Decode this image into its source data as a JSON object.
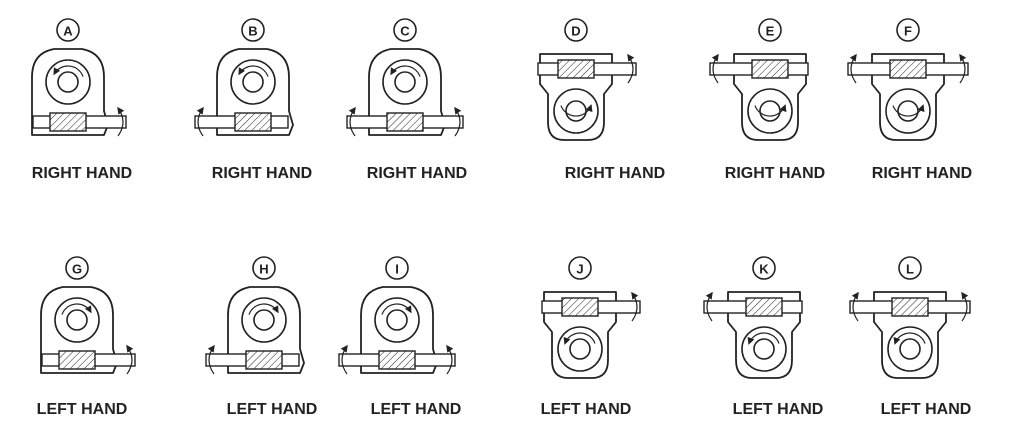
{
  "colors": {
    "line": "#222222",
    "background": "#ffffff"
  },
  "configurations": [
    {
      "letter": "A",
      "label": "RIGHT HAND",
      "worm": "bottom",
      "shaft": "right",
      "wheel_turn": "ccw"
    },
    {
      "letter": "B",
      "label": "RIGHT HAND",
      "worm": "bottom",
      "shaft": "left",
      "wheel_turn": "ccw"
    },
    {
      "letter": "C",
      "label": "RIGHT HAND",
      "worm": "bottom",
      "shaft": "both",
      "wheel_turn": "ccw"
    },
    {
      "letter": "D",
      "label": "RIGHT HAND",
      "worm": "top",
      "shaft": "right",
      "wheel_turn": "cw"
    },
    {
      "letter": "E",
      "label": "RIGHT HAND",
      "worm": "top",
      "shaft": "left",
      "wheel_turn": "cw"
    },
    {
      "letter": "F",
      "label": "RIGHT HAND",
      "worm": "top",
      "shaft": "both",
      "wheel_turn": "cw"
    },
    {
      "letter": "G",
      "label": "LEFT HAND",
      "worm": "bottom",
      "shaft": "right",
      "wheel_turn": "cw"
    },
    {
      "letter": "H",
      "label": "LEFT HAND",
      "worm": "bottom",
      "shaft": "left",
      "wheel_turn": "cw"
    },
    {
      "letter": "I",
      "label": "LEFT HAND",
      "worm": "bottom",
      "shaft": "both",
      "wheel_turn": "cw"
    },
    {
      "letter": "J",
      "label": "LEFT HAND",
      "worm": "top",
      "shaft": "right",
      "wheel_turn": "ccw"
    },
    {
      "letter": "K",
      "label": "LEFT HAND",
      "worm": "top",
      "shaft": "left",
      "wheel_turn": "ccw"
    },
    {
      "letter": "L",
      "label": "LEFT HAND",
      "worm": "top",
      "shaft": "both",
      "wheel_turn": "ccw"
    }
  ]
}
